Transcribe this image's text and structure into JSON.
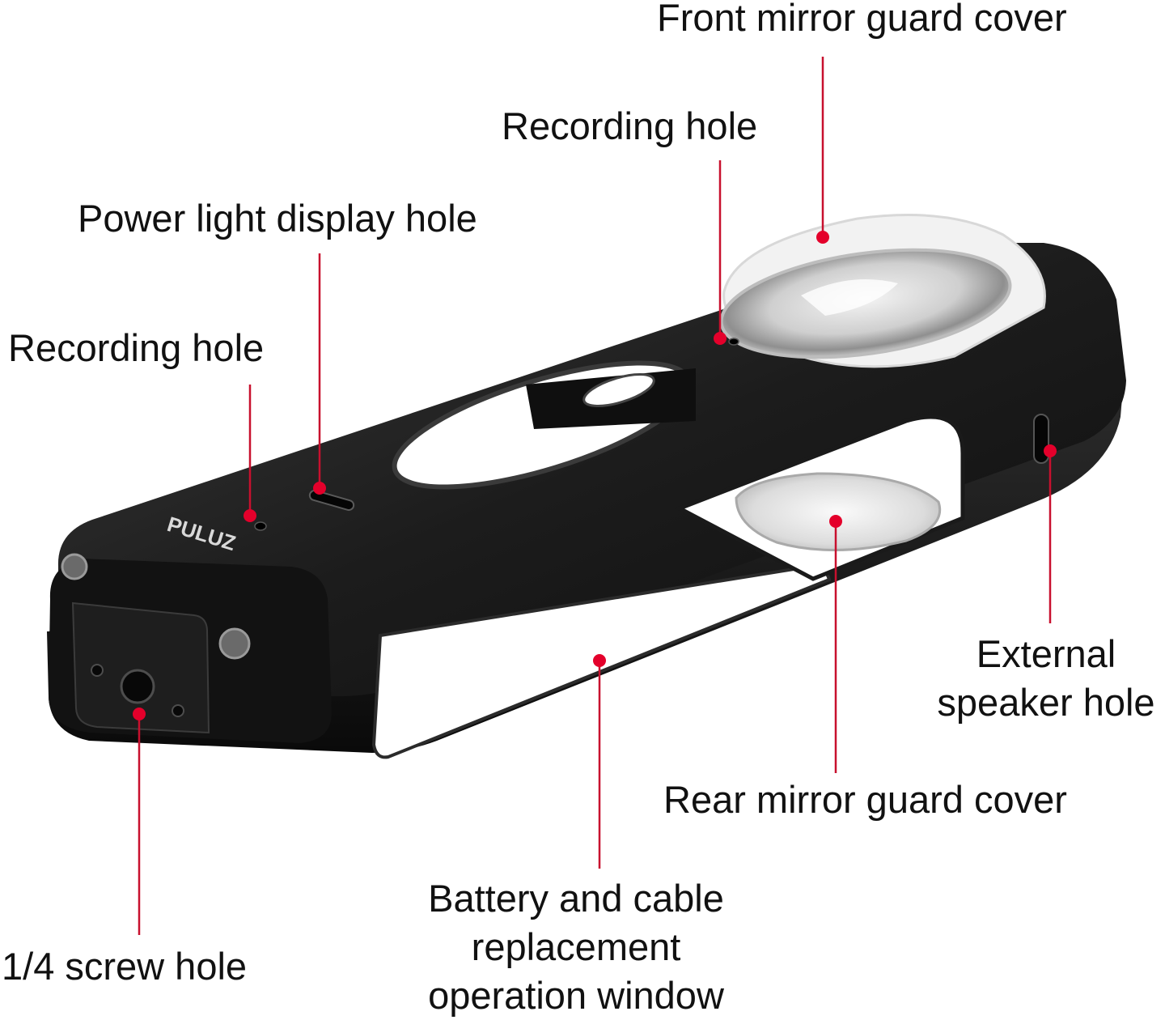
{
  "brand_logo_text": "PULUZ",
  "colors": {
    "background": "#ffffff",
    "label_text": "#111111",
    "leader_line": "#c8102e",
    "marker_dot": "#e4002b",
    "housing_dark": "#151515",
    "housing_mid": "#2a2a2a",
    "housing_edge": "#4a4a4a",
    "lens_glass": "#e8e8e8",
    "window_opening": "#ffffff"
  },
  "callouts": {
    "front_mirror_guard_cover": "Front mirror guard cover",
    "recording_hole_top": "Recording hole",
    "power_light_display_hole": "Power light display hole",
    "recording_hole_left": "Recording hole",
    "external_speaker_hole": [
      "External",
      "speaker hole"
    ],
    "rear_mirror_guard_cover": "Rear mirror guard cover",
    "battery_cable_window": [
      "Battery and cable",
      "replacement",
      "operation window"
    ],
    "screw_hole": "1/4 screw hole"
  }
}
